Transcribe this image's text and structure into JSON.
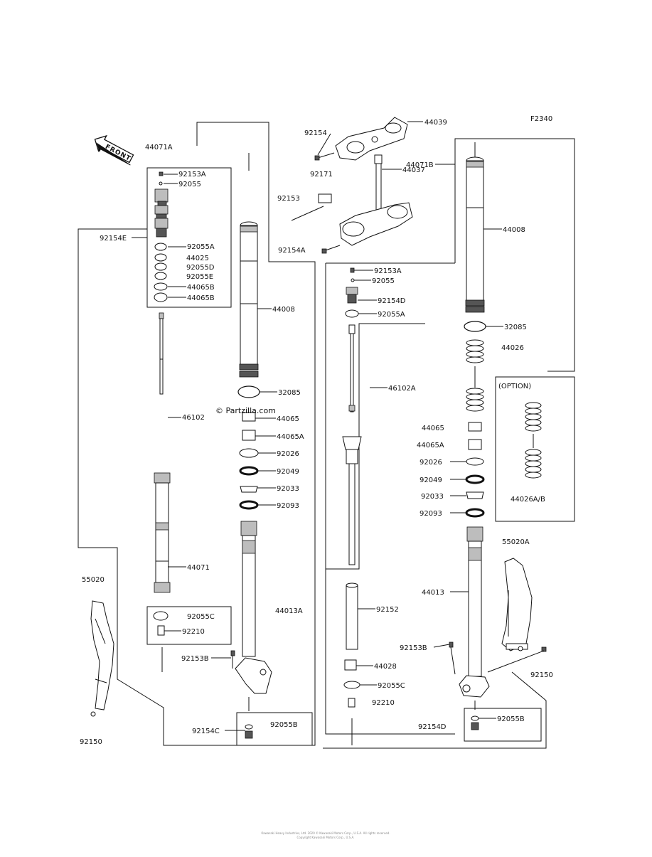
{
  "figure": {
    "code": "F2340",
    "watermark": "© Partzilla.com",
    "front_arrow": "FRONT"
  },
  "labels": {
    "l44071A": "44071A",
    "l92153A_a": "92153A",
    "l92055_a": "92055",
    "l92154E": "92154E",
    "l92055A_a": "92055A",
    "l44025": "44025",
    "l92055D": "92055D",
    "l92055E": "92055E",
    "l44065B_a": "44065B",
    "l44065B_b": "44065B",
    "l44008_a": "44008",
    "l32085_a": "32085",
    "l46102": "46102",
    "l44065_a": "44065",
    "l44065A_a": "44065A",
    "l92026_a": "92026",
    "l92049_a": "92049",
    "l92033_a": "92033",
    "l92093_a": "92093",
    "l44071": "44071",
    "l55020": "55020",
    "l92055C_a": "92055C",
    "l92210_a": "92210",
    "l44013A": "44013A",
    "l92153B_a": "92153B",
    "l92154C": "92154C",
    "l92055B_a": "92055B",
    "l92150_a": "92150",
    "l92154_top": "92154",
    "l44039": "44039",
    "l92171": "92171",
    "l44037": "44037",
    "l44071B": "44071B",
    "l92153": "92153",
    "l92154A": "92154A",
    "l92153A_b": "92153A",
    "l92055_b": "92055",
    "l92154D_a": "92154D",
    "l92055A_b": "92055A",
    "l46102A": "46102A",
    "l44008_b": "44008",
    "l32085_b": "32085",
    "l44026": "44026",
    "l44065_b": "44065",
    "l44065A_b": "44065A",
    "l92026_b": "92026",
    "l92049_b": "92049",
    "l92033_b": "92033",
    "l92093_b": "92093",
    "l44013": "44013",
    "l55020A": "55020A",
    "l92152": "92152",
    "l92153B_b": "92153B",
    "l44028": "44028",
    "l92150_b": "92150",
    "l92055C_b": "92055C",
    "l92210_b": "92210",
    "l92154D_b": "92154D",
    "l92055B_b": "92055B",
    "l_option": "(OPTION)",
    "l44026AB": "44026A/B"
  },
  "footer": {
    "line1": "Kawasaki Heavy Industries, Ltd. 2020 © Kawasaki Motors Corp., U.S.A. All rights reserved.",
    "line2": "Copyright Kawasaki Motors Corp., U.S.A."
  }
}
